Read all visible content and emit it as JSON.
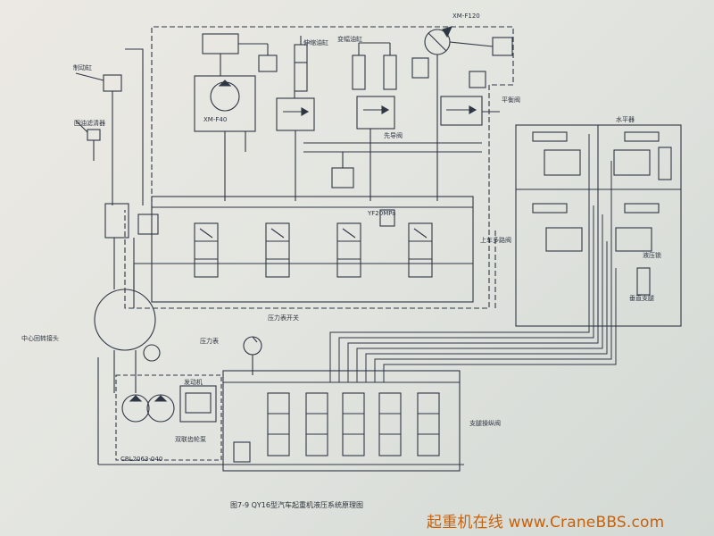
{
  "figure": {
    "caption": "图7-9  QY16型汽车起重机液压系统原理图",
    "watermark": "起重机在线 www.CraneBBS.com"
  },
  "labels": {
    "rotary_joint": "中心回转接头",
    "gear_pump": "双联齿轮泵",
    "engine": "发动机",
    "pump_model": "CBL2063-040",
    "relief_model": "YF20MPa",
    "slew_motor": "XM-F40",
    "balance_valve": "平衡阀",
    "pilot_valve": "先导阀",
    "telescoping_cyl": "伸缩油缸",
    "luffing_cyl": "变幅油缸",
    "outrigger_valve": "支腿操纵阀",
    "level_bubble": "水平器",
    "hydraulic_lock": "液压锁",
    "outrigger_cyl": "垂直支腿",
    "pressure_gauge": "压力表",
    "gauge_switch": "压力表开关",
    "upper_valve": "上车多路阀",
    "brake_cyl": "制动缸",
    "return_filter": "回油滤清器",
    "winch_motor": "XM-F120"
  }
}
